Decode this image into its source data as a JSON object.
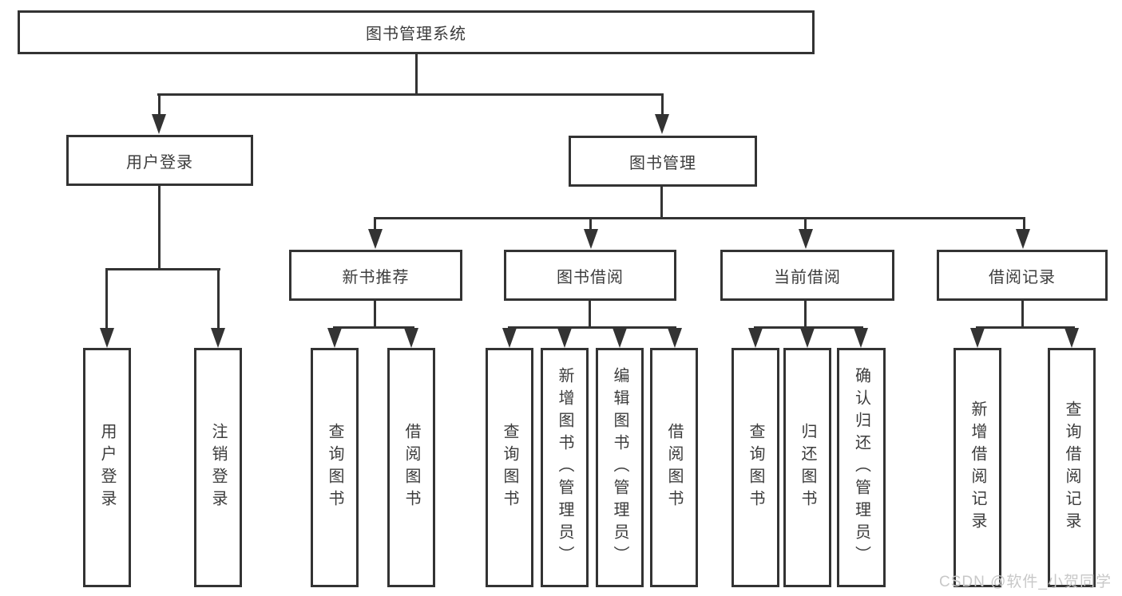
{
  "colors": {
    "line": "#333333",
    "text": "#3c3c3c",
    "background": "#ffffff",
    "watermark": "#c8c8c8"
  },
  "tree": {
    "root": "图书管理系统",
    "login": {
      "label": "用户登录",
      "children": [
        "用户登录",
        "注销登录"
      ]
    },
    "management": {
      "label": "图书管理",
      "groups": [
        {
          "label": "新书推荐",
          "children": [
            "查询图书",
            "借阅图书"
          ]
        },
        {
          "label": "图书借阅",
          "children": [
            "查询图书",
            "新增图书（管理员）",
            "编辑图书（管理员）",
            "借阅图书"
          ]
        },
        {
          "label": "当前借阅",
          "children": [
            "查询图书",
            "归还图书",
            "确认归还（管理员）"
          ]
        },
        {
          "label": "借阅记录",
          "children": [
            "新增借阅记录",
            "查询借阅记录"
          ]
        }
      ]
    }
  },
  "watermark": "CSDN @软件_小贺同学"
}
